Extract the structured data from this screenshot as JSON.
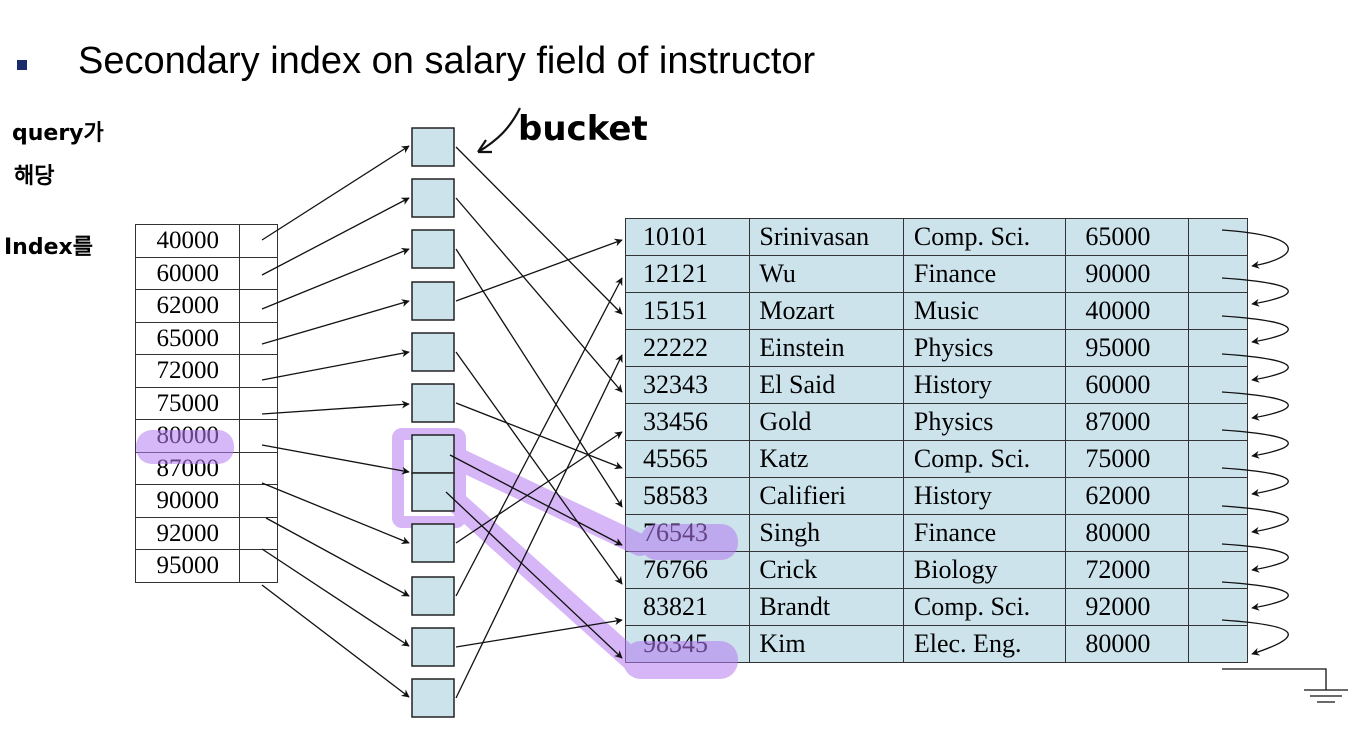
{
  "title": "Secondary index on salary field of instructor",
  "index_keys": [
    "40000",
    "60000",
    "62000",
    "65000",
    "72000",
    "75000",
    "80000",
    "87000",
    "90000",
    "92000",
    "95000"
  ],
  "instructor_rows": [
    {
      "id": "10101",
      "name": "Srinivasan",
      "dept": "Comp. Sci.",
      "salary": "65000"
    },
    {
      "id": "12121",
      "name": "Wu",
      "dept": "Finance",
      "salary": "90000"
    },
    {
      "id": "15151",
      "name": "Mozart",
      "dept": "Music",
      "salary": "40000"
    },
    {
      "id": "22222",
      "name": "Einstein",
      "dept": "Physics",
      "salary": "95000"
    },
    {
      "id": "32343",
      "name": "El Said",
      "dept": "History",
      "salary": "60000"
    },
    {
      "id": "33456",
      "name": "Gold",
      "dept": "Physics",
      "salary": "87000"
    },
    {
      "id": "45565",
      "name": "Katz",
      "dept": "Comp. Sci.",
      "salary": "75000"
    },
    {
      "id": "58583",
      "name": "Califieri",
      "dept": "History",
      "salary": "62000"
    },
    {
      "id": "76543",
      "name": "Singh",
      "dept": "Finance",
      "salary": "80000"
    },
    {
      "id": "76766",
      "name": "Crick",
      "dept": "Biology",
      "salary": "72000"
    },
    {
      "id": "83821",
      "name": "Brandt",
      "dept": "Comp. Sci.",
      "salary": "92000"
    },
    {
      "id": "98345",
      "name": "Kim",
      "dept": "Elec. Eng.",
      "salary": "80000"
    }
  ],
  "annotations": {
    "bucket": "bucket",
    "note_line1": "query가",
    "note_line2": "해당",
    "note_line3": "Index를"
  },
  "colors": {
    "cell_fill": "#cde3ec",
    "highlight": "#b57bf0",
    "bullet": "#1b2a6b"
  }
}
